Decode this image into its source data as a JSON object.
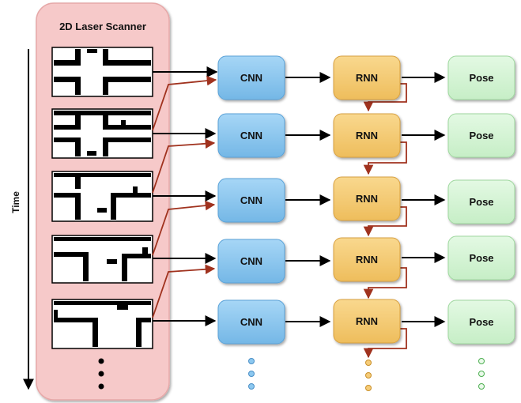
{
  "scanner": {
    "title": "2D Laser Scanner"
  },
  "time_axis": {
    "label": "Time"
  },
  "rows": [
    {
      "cnn": "CNN",
      "rnn": "RNN",
      "pose": "Pose"
    },
    {
      "cnn": "CNN",
      "rnn": "RNN",
      "pose": "Pose"
    },
    {
      "cnn": "CNN",
      "rnn": "RNN",
      "pose": "Pose"
    },
    {
      "cnn": "CNN",
      "rnn": "RNN",
      "pose": "Pose"
    },
    {
      "cnn": "CNN",
      "rnn": "RNN",
      "pose": "Pose"
    }
  ],
  "colors": {
    "scanner_panel": "#f6c9c9",
    "cnn_box": "#8cc8f0",
    "rnn_box": "#f6cc78",
    "pose_box": "#d4f5d4",
    "recurrent_arrow": "#a0321e",
    "forward_arrow": "#000000"
  }
}
